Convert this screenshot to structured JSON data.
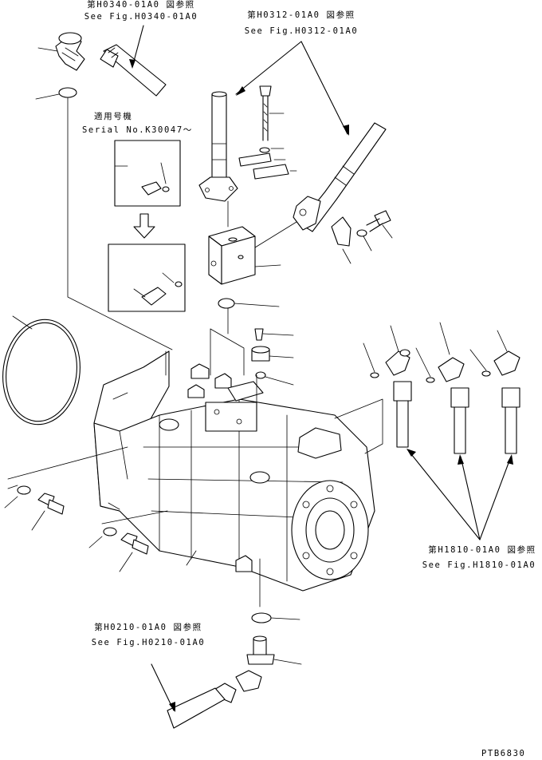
{
  "refs": {
    "h0340": {
      "jp": "第H0340-01A0 図参照",
      "en": "See Fig.H0340-01A0"
    },
    "h0312": {
      "jp": "第H0312-01A0 図参照",
      "en": "See Fig.H0312-01A0"
    },
    "h1810": {
      "jp": "第H1810-01A0 図参照",
      "en": "See Fig.H1810-01A0"
    },
    "h0210": {
      "jp": "第H0210-01A0 図参照",
      "en": "See Fig.H0210-01A0"
    }
  },
  "serial": {
    "jp": "適用号機",
    "en": "Serial No.K30047～"
  },
  "figure_id": "PTB6830"
}
